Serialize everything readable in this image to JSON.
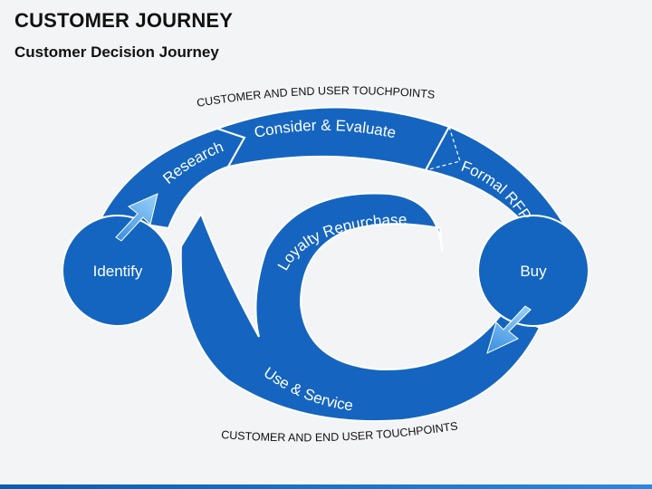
{
  "header": {
    "title": "CUSTOMER JOURNEY",
    "subtitle": "Customer Decision Journey"
  },
  "diagram": {
    "touchpoints_top": "CUSTOMER AND END USER TOUCHPOINTS",
    "touchpoints_bottom": "CUSTOMER AND END USER TOUCHPOINTS",
    "stages": {
      "identify": "Identify",
      "research": "Research",
      "consider": "Consider & Evaluate",
      "formal_rfp": "Formal RFP",
      "buy": "Buy",
      "use_service": "Use & Service",
      "loyalty": "Loyalty Repurchase"
    },
    "colors": {
      "primary": "#1565c0",
      "circle": "#1465bf",
      "stroke": "#ffffff",
      "arrow_light": "#6ab4f0"
    }
  }
}
